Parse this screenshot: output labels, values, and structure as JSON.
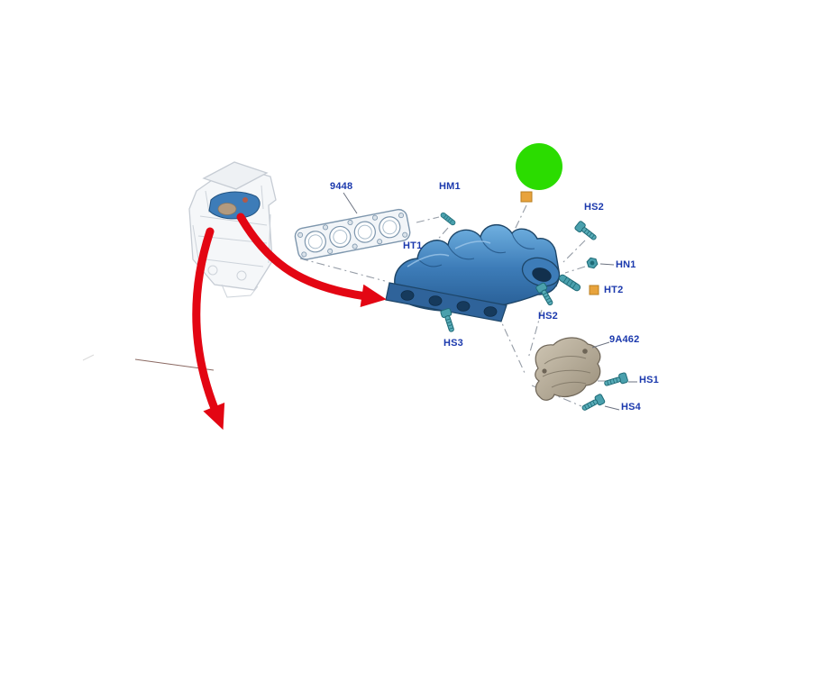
{
  "labels": {
    "gasket": "9448",
    "stud_hm1": "HM1",
    "bolt_hs2_upper": "HS2",
    "manifold_ht1": "HT1",
    "nut_hn1": "HN1",
    "stud_ht2": "HT2",
    "bolt_hs2_lower": "HS2",
    "bolt_hs3": "HS3",
    "heat_shield": "9A462",
    "bolt_hs1": "HS1",
    "bolt_hs4": "HS4"
  },
  "icons": {
    "green_circle": "highlight-dot",
    "orange_square": "callout-marker",
    "red_arrow": "annotation-arrow"
  },
  "colors": {
    "label_blue": "#1b39ad",
    "part_blue": "#3d7cb8",
    "fastener_teal": "#4aa0ad",
    "heat_shield_tan": "#b3a78f",
    "arrow_red": "#e30613",
    "highlight_green": "#2bdc00",
    "marker_orange": "#e8a33c",
    "engine_sketch_gray": "#c6ccd4"
  }
}
